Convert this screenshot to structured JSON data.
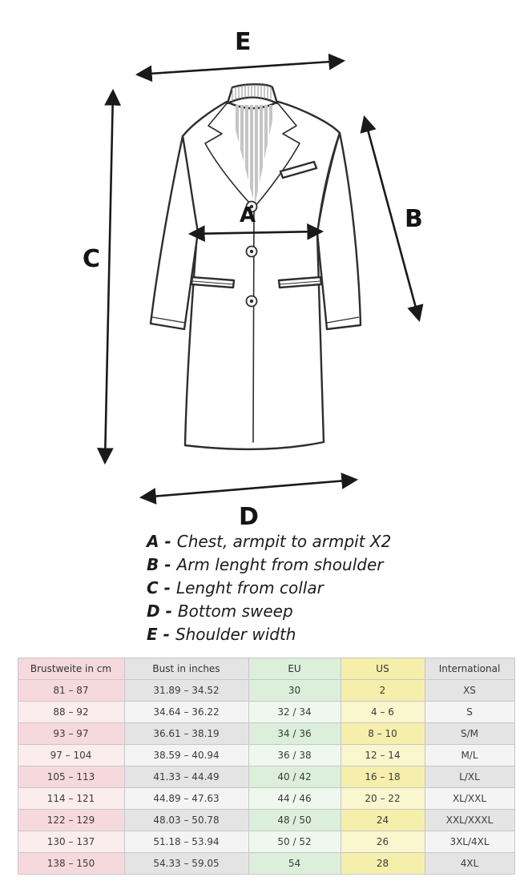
{
  "diagram": {
    "labels": {
      "a": "A",
      "b": "B",
      "c": "C",
      "d": "D",
      "e": "E"
    }
  },
  "legend": {
    "items": [
      {
        "key": "A -",
        "text": "Chest, armpit to armpit X2"
      },
      {
        "key": "B -",
        "text": "Arm lenght from shoulder"
      },
      {
        "key": "C -",
        "text": "Lenght from collar"
      },
      {
        "key": "D -",
        "text": "Bottom sweep"
      },
      {
        "key": "E -",
        "text": "Shoulder width"
      }
    ]
  },
  "table": {
    "headers": [
      "Brustweite in cm",
      "Bust in inches",
      "EU",
      "US",
      "International"
    ],
    "rows": [
      {
        "cm": "81 – 87",
        "inches": "31.89 – 34.52",
        "eu": "30",
        "us": "2",
        "intl": "XS"
      },
      {
        "cm": "88 – 92",
        "inches": "34.64 – 36.22",
        "eu": "32 / 34",
        "us": "4 – 6",
        "intl": "S"
      },
      {
        "cm": "93 – 97",
        "inches": "36.61 – 38.19",
        "eu": "34 / 36",
        "us": "8 – 10",
        "intl": "S/M"
      },
      {
        "cm": "97 – 104",
        "inches": "38.59 – 40.94",
        "eu": "36 / 38",
        "us": "12 – 14",
        "intl": "M/L"
      },
      {
        "cm": "105 – 113",
        "inches": "41.33 – 44.49",
        "eu": "40 / 42",
        "us": "16 – 18",
        "intl": "L/XL"
      },
      {
        "cm": "114 – 121",
        "inches": "44.89 – 47.63",
        "eu": "44 / 46",
        "us": "20 – 22",
        "intl": "XL/XXL"
      },
      {
        "cm": "122 – 129",
        "inches": "48.03 – 50.78",
        "eu": "48 / 50",
        "us": "24",
        "intl": "XXL/XXXL"
      },
      {
        "cm": "130 – 137",
        "inches": "51.18 – 53.94",
        "eu": "50 / 52",
        "us": "26",
        "intl": "3XL/4XL"
      },
      {
        "cm": "138 – 150",
        "inches": "54.33 – 59.05",
        "eu": "54",
        "us": "28",
        "intl": "4XL"
      }
    ]
  },
  "colors": {
    "col-cm-dark": "#f6d9dd",
    "col-cm-light": "#fbecee",
    "col-in-dark": "#e4e4e4",
    "col-in-light": "#f4f4f4",
    "col-eu-dark": "#dcefdb",
    "col-eu-light": "#eff8ee",
    "col-us-dark": "#f5efab",
    "col-us-light": "#faf6cd",
    "col-intl-dark": "#e4e4e4",
    "col-intl-light": "#f4f4f4",
    "table-border": "#c7c7c7",
    "ink": "#1a1a1a"
  }
}
